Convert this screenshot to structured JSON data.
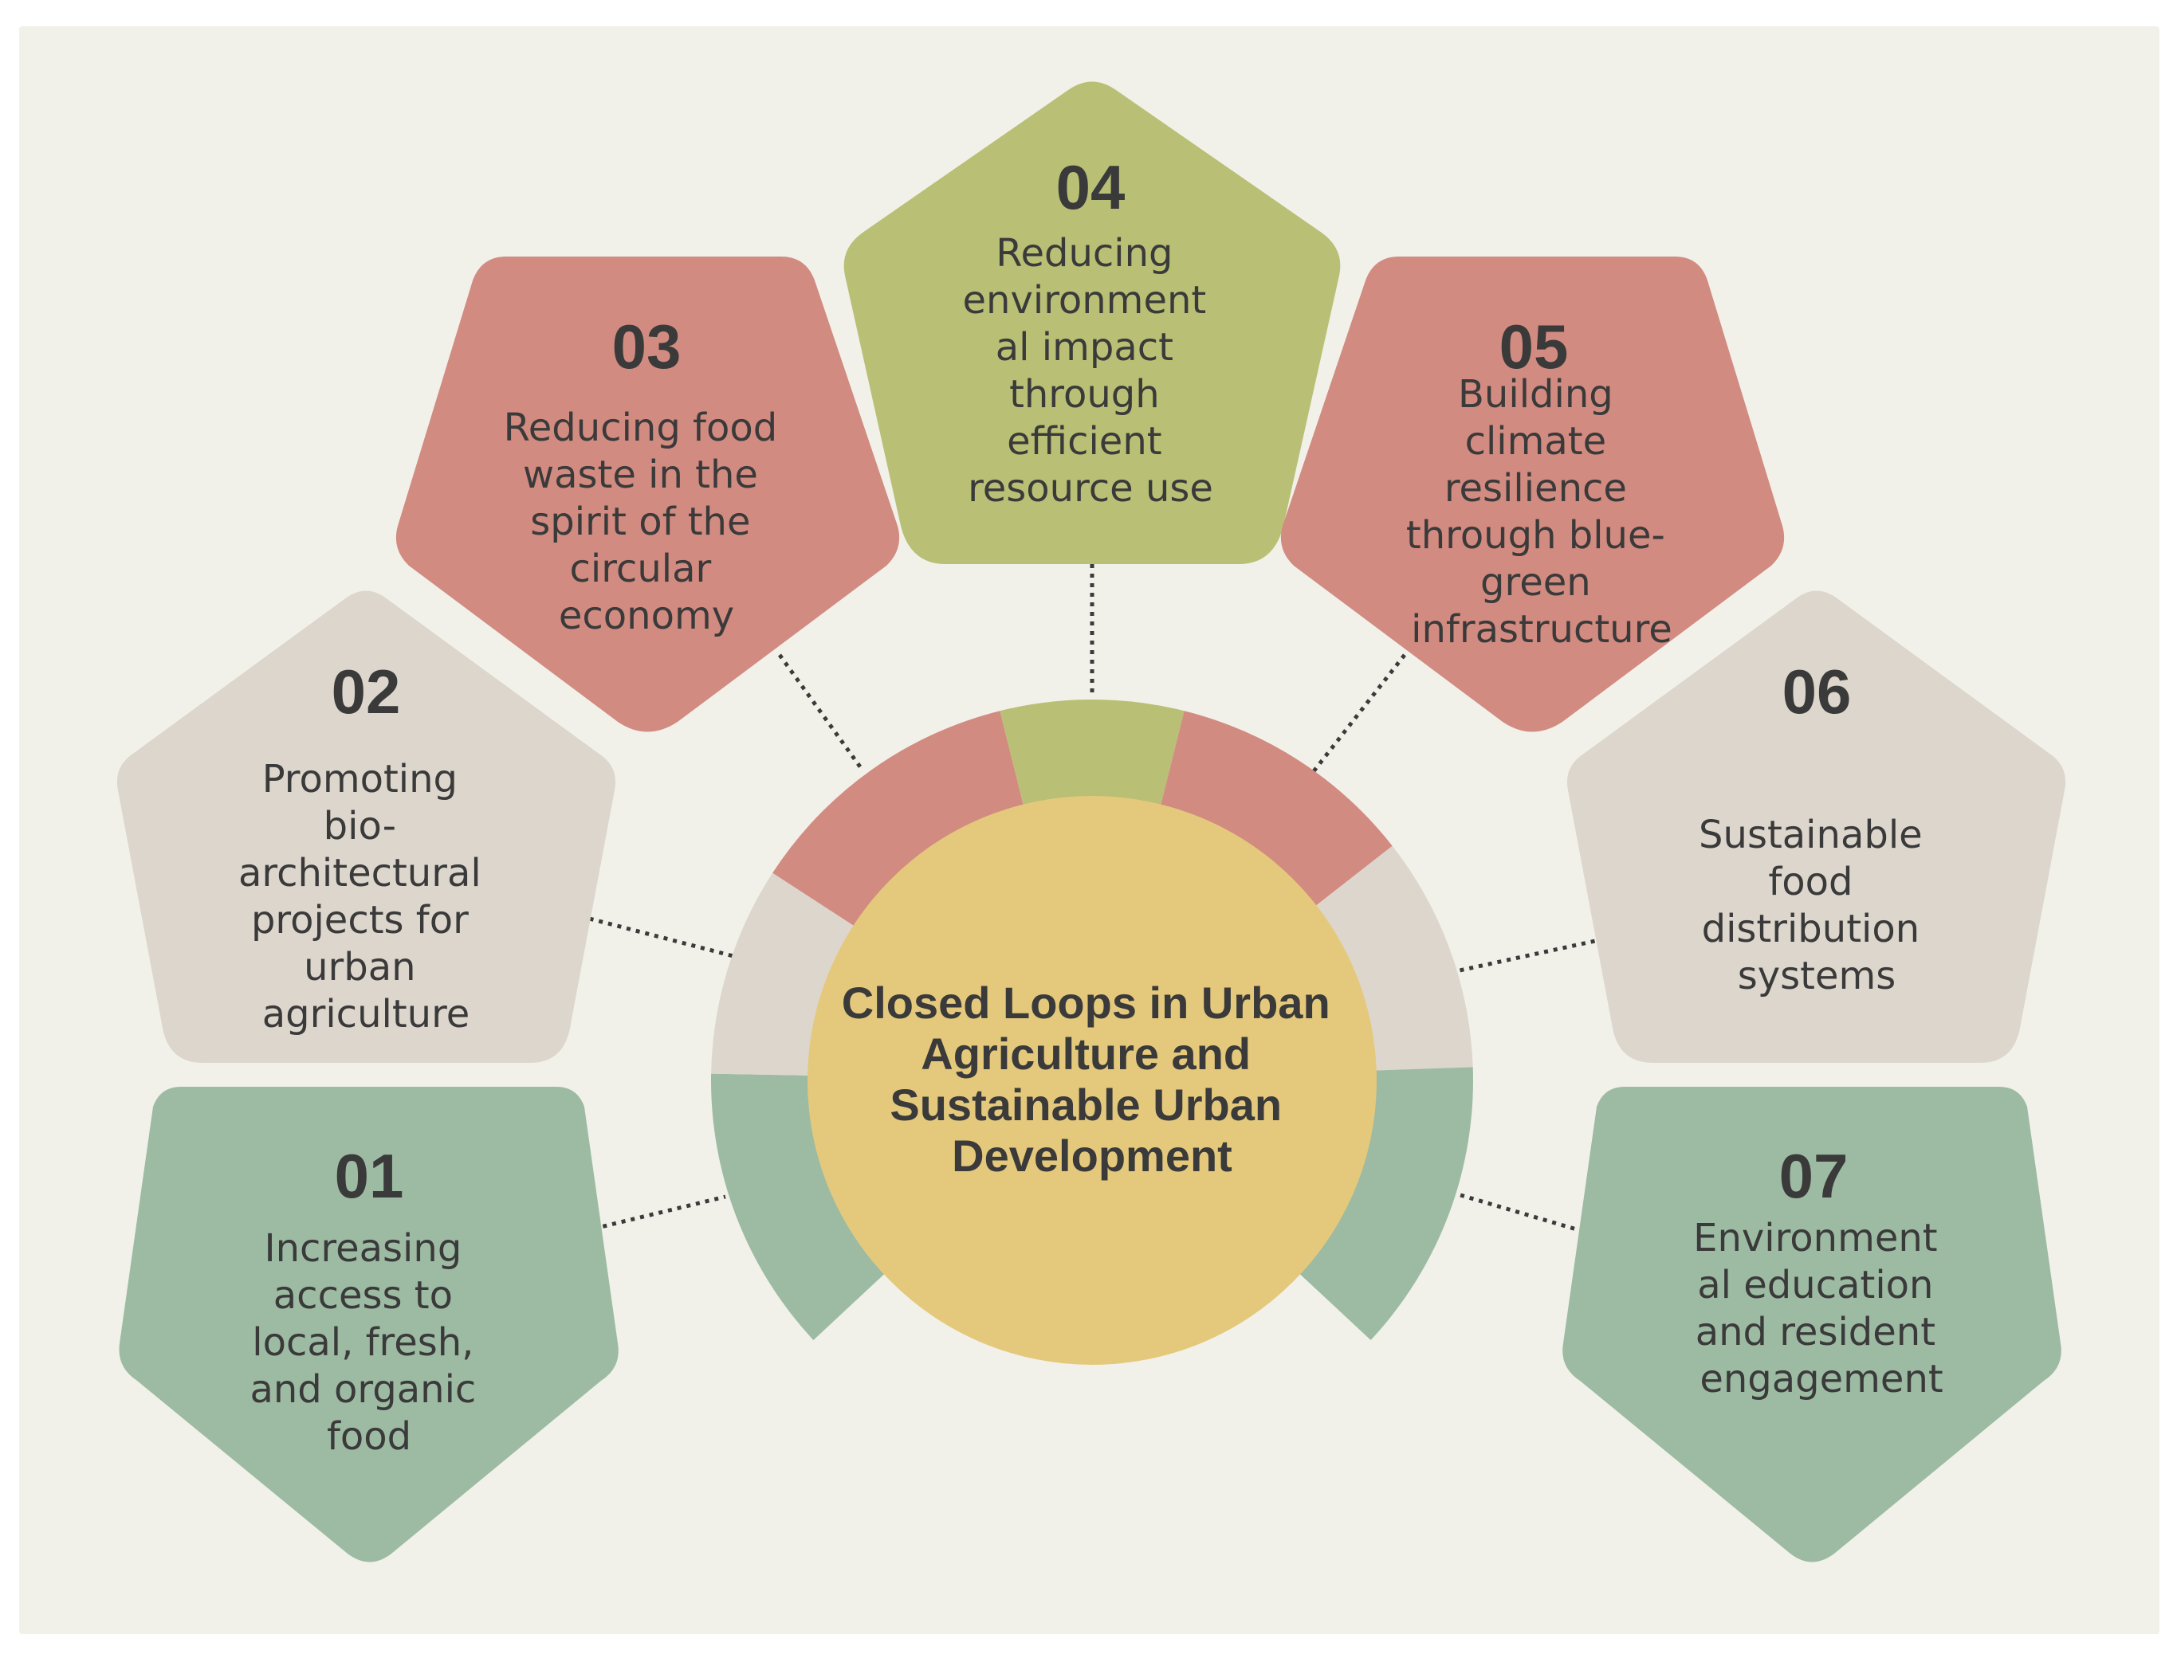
{
  "center": {
    "title_lines": [
      "Closed Loops in Urban",
      "Agriculture and",
      "Sustainable Urban",
      "Development"
    ]
  },
  "colors": {
    "background": "#f1f1ea",
    "green": "#9dbba3",
    "beige": "#ddd6cd",
    "salmon": "#d28b80",
    "olive": "#b9c075",
    "center": "#e4c97c",
    "text": "#3a3a3a"
  },
  "items": [
    {
      "number": "01",
      "color": "green",
      "lines": [
        "Increasing",
        "access to",
        "local, fresh,",
        "and organic",
        "food"
      ]
    },
    {
      "number": "02",
      "color": "beige",
      "lines": [
        "Promoting",
        "bio-",
        "architectural",
        "projects for",
        "urban",
        "agriculture"
      ]
    },
    {
      "number": "03",
      "color": "salmon",
      "lines": [
        "Reducing food",
        "waste in the",
        "spirit of the",
        "circular",
        "economy"
      ]
    },
    {
      "number": "04",
      "color": "olive",
      "lines": [
        "Reducing",
        "environment",
        "al impact",
        "through",
        "efficient",
        "resource use"
      ]
    },
    {
      "number": "05",
      "color": "salmon",
      "lines": [
        "Building",
        "climate",
        "resilience",
        "through blue-",
        "green",
        "infrastructure"
      ]
    },
    {
      "number": "06",
      "color": "beige",
      "lines": [
        "Sustainable",
        "food",
        "distribution",
        "systems"
      ]
    },
    {
      "number": "07",
      "color": "green",
      "lines": [
        "Environment",
        "al education",
        "and resident",
        "engagement"
      ]
    }
  ]
}
